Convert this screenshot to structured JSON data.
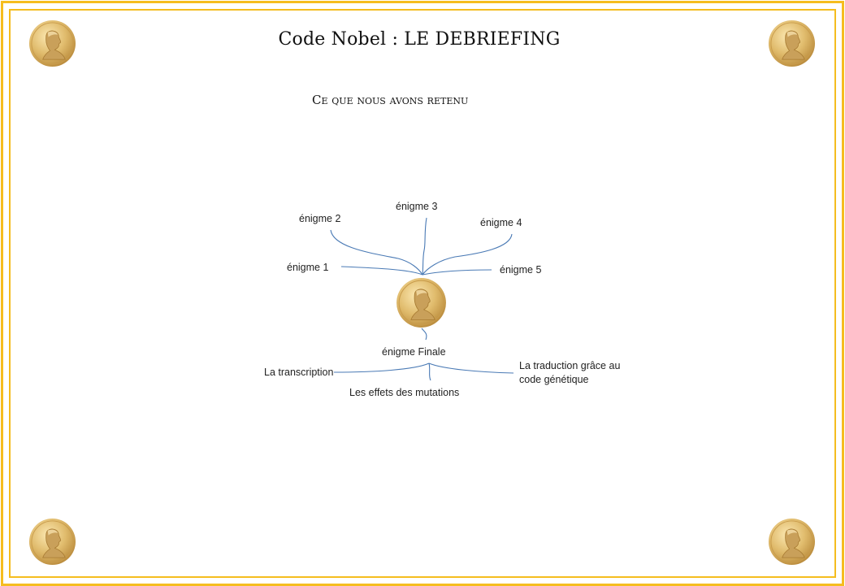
{
  "title": "Code Nobel : LE DEBRIEFING",
  "subtitle": "Ce que nous avons retenu",
  "colors": {
    "border": "#f5bd1f",
    "connector": "#4a7ab5",
    "medal_gold": "#d9b36b"
  },
  "icons": {
    "medal": "nobel-medal-icon"
  },
  "nodes": {
    "enigme1": "énigme 1",
    "enigme2": "énigme 2",
    "enigme3": "énigme 3",
    "enigme4": "énigme 4",
    "enigme5": "énigme 5",
    "enigme_finale": "énigme Finale",
    "transcription": "La transcription",
    "mutations": "Les effets des mutations",
    "traduction": "La traduction grâce au code génétique"
  }
}
